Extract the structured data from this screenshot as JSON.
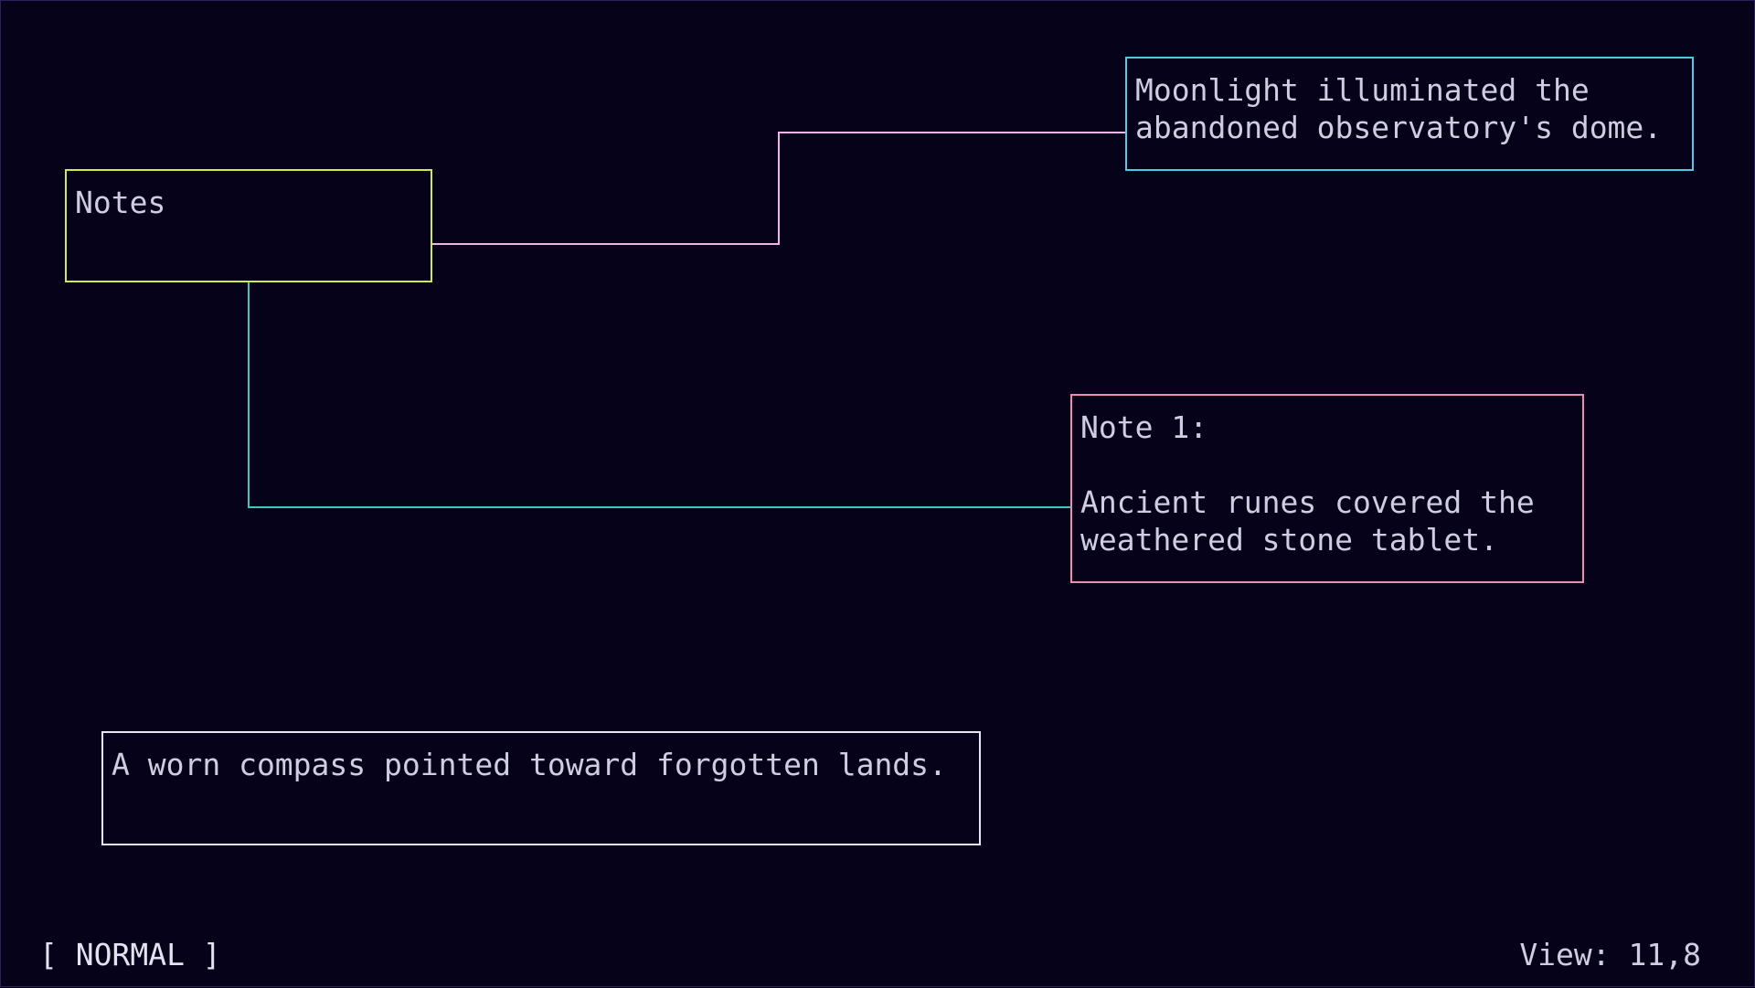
{
  "nodes": {
    "notes": {
      "text": "Notes",
      "border_color": "#d4e84a"
    },
    "moonlight": {
      "text": "Moonlight illuminated the\nabandoned observatory's dome.",
      "border_color": "#4ec9e8"
    },
    "note1": {
      "text": "Note 1:\n\nAncient runes covered the\nweathered stone tablet.",
      "border_color": "#f08bb0"
    },
    "compass": {
      "text": "A worn compass pointed toward forgotten lands.",
      "border_color": "#e8e6f4"
    }
  },
  "edges": [
    {
      "from": "notes",
      "to": "moonlight",
      "color": "#f0b4e8"
    },
    {
      "from": "notes",
      "to": "note1",
      "color": "#3ec8c0"
    }
  ],
  "status": {
    "mode": "[ NORMAL ]",
    "view": "View: 11,8"
  },
  "colors": {
    "background": "#05021a",
    "text": "#cfcde0"
  }
}
